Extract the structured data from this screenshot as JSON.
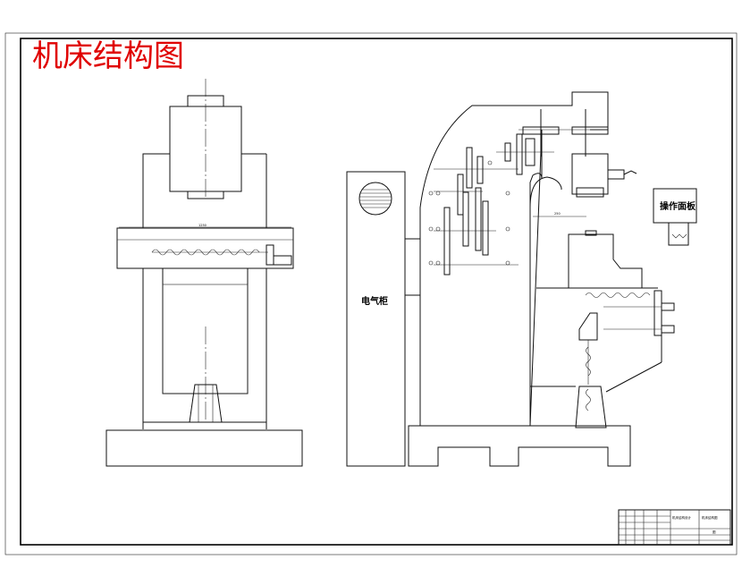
{
  "drawing": {
    "title": "机床结构图",
    "title_color": "#e00000"
  },
  "left_view": {
    "dimension_label": "1250"
  },
  "side_view": {
    "cabinet_label": "电气柜",
    "panel_label": "操作面板",
    "throat_dimension": "250"
  },
  "title_block": {
    "project_name": "机床结构设计",
    "drawing_name": "机床结构图",
    "sheet_no": "图"
  }
}
